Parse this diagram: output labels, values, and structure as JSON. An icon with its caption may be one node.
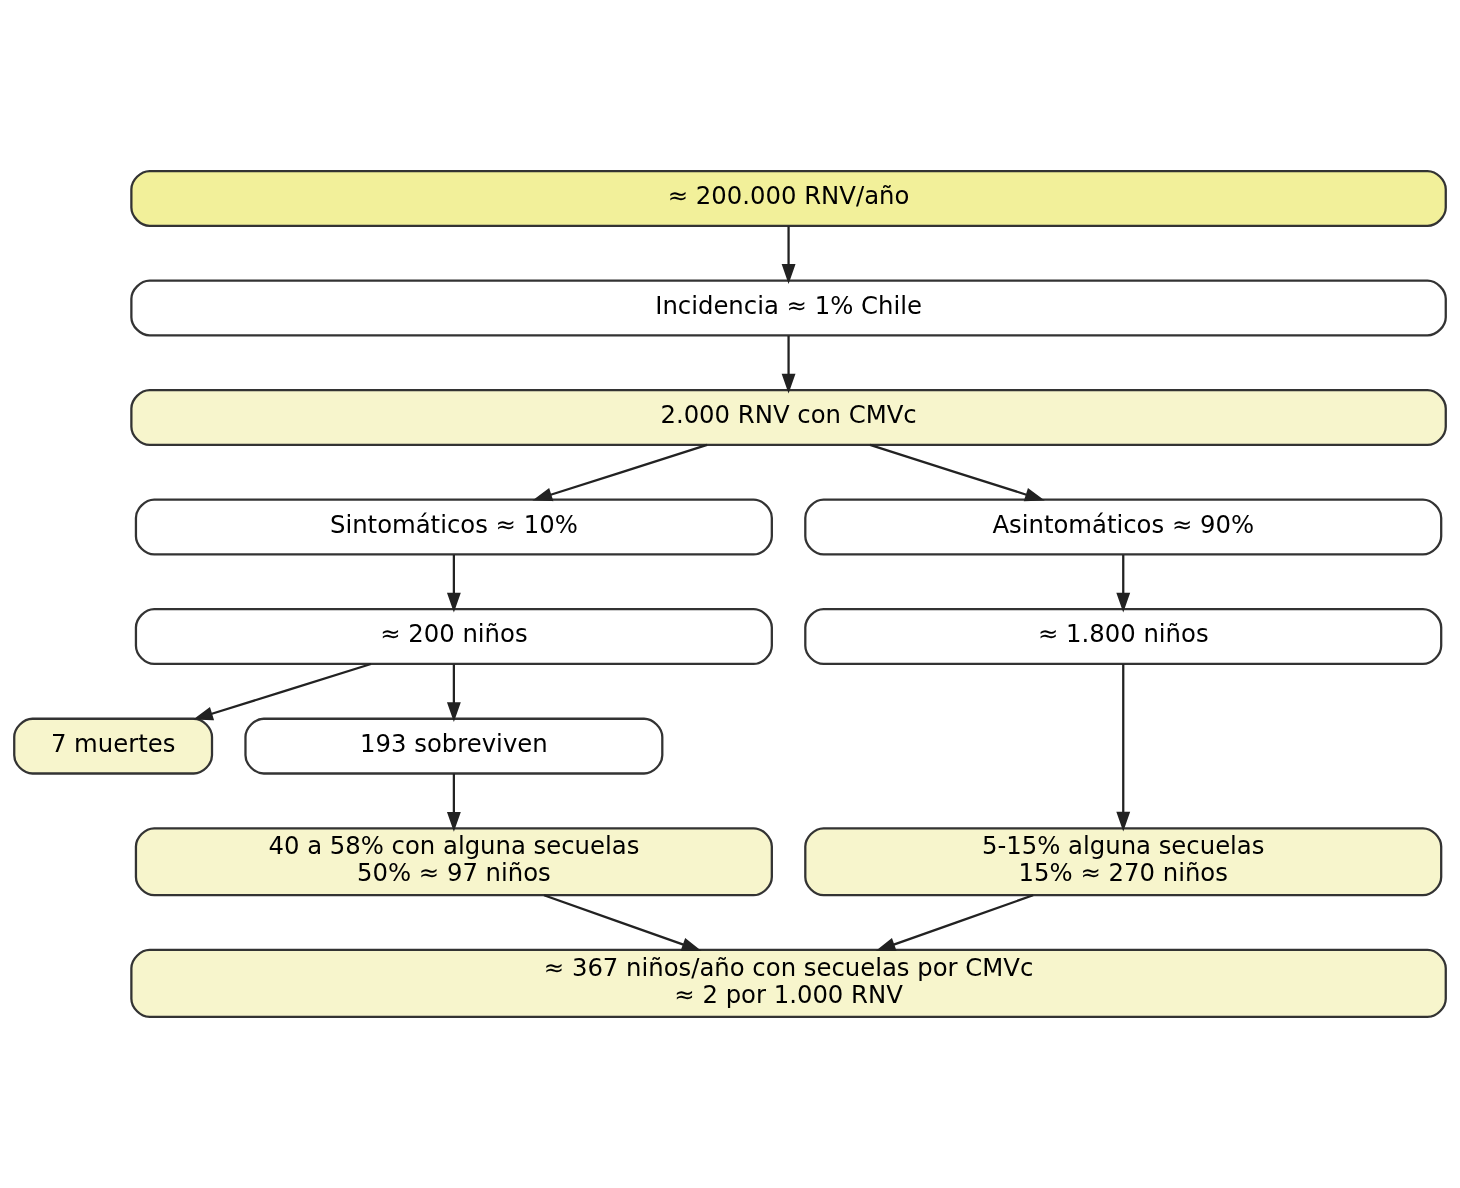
{
  "diagram": {
    "nodes": [
      {
        "text": [
          "≈ 200.000 RNV/año"
        ]
      },
      {
        "text": [
          "Incidencia ≈ 1% Chile"
        ]
      },
      {
        "text": [
          "2.000 RNV con CMVc"
        ]
      },
      {
        "text": [
          "Sintomáticos ≈ 10%"
        ]
      },
      {
        "text": [
          "Asintomáticos ≈ 90%"
        ]
      },
      {
        "text": [
          "≈ 200 niños"
        ]
      },
      {
        "text": [
          "≈ 1.800 niños"
        ]
      },
      {
        "text": [
          "7 muertes"
        ]
      },
      {
        "text": [
          "193 sobreviven"
        ]
      },
      {
        "text": [
          "40 a 58% con alguna secuelas",
          "50% ≈ 97 niños"
        ]
      },
      {
        "text": [
          "5-15% alguna secuelas",
          "15% ≈ 270 niños"
        ]
      },
      {
        "text": [
          "≈ 367 niños/año con secuelas por CMVc",
          "≈ 2 por 1.000 RNV"
        ]
      }
    ],
    "edges": [
      {
        "from": 0,
        "to": 1,
        "arrow": "to"
      },
      {
        "from": 1,
        "to": 2,
        "arrow": "to"
      },
      {
        "from": 2,
        "to": 3,
        "arrow": "to"
      },
      {
        "from": 2,
        "to": 4,
        "arrow": "to"
      },
      {
        "from": 3,
        "to": 5,
        "arrow": "to"
      },
      {
        "from": 4,
        "to": 6,
        "arrow": "to"
      },
      {
        "from": 5,
        "to": 7,
        "arrow": "to"
      },
      {
        "from": 5,
        "to": 8,
        "arrow": "to"
      },
      {
        "from": 8,
        "to": 9,
        "arrow": "to"
      },
      {
        "from": 6,
        "to": 10,
        "arrow": "to"
      },
      {
        "from": 9,
        "to": 11,
        "arrow": "to"
      },
      {
        "from": 10,
        "to": 11,
        "arrow": "to"
      }
    ]
  }
}
